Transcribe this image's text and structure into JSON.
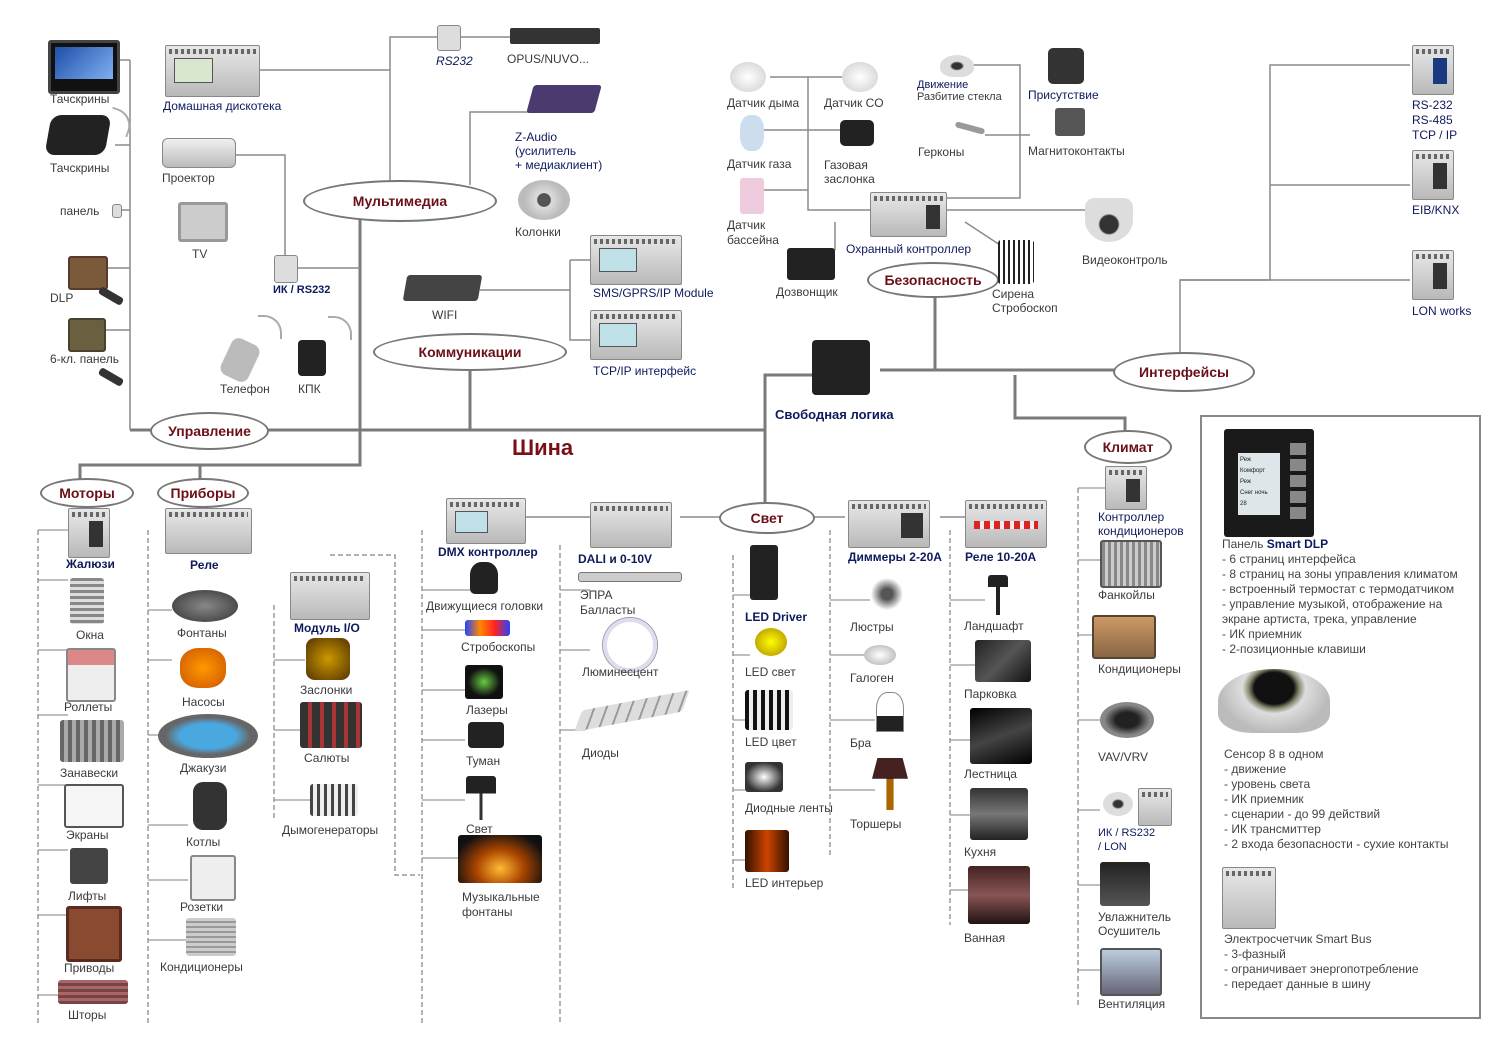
{
  "bus_label": "Шина",
  "hubs": {
    "multimedia": "Мультимедиа",
    "control": "Управление",
    "communications": "Коммуникации",
    "security": "Безопасность",
    "interfaces": "Интерфейсы",
    "climate": "Климат",
    "motors": "Моторы",
    "appliances": "Приборы",
    "light": "Свет"
  },
  "central_logic": "Свободная логика",
  "control": {
    "items": [
      "Тачскрины",
      "Тачскрины",
      "панель",
      "DLP",
      "6-кл. панель"
    ],
    "ir_rs232": "ИК / RS232",
    "phone": "Телефон",
    "pda": "КПК",
    "projector": "Проектор",
    "tv": "TV"
  },
  "multimedia": {
    "home_disco": "Домашная дискотека",
    "rs232": "RS232",
    "opus": "OPUS/NUVO...",
    "zaudio": [
      "Z-Audio",
      "(усилитель",
      "+ медиаклиент)"
    ],
    "speakers": "Колонки"
  },
  "communications": {
    "wifi": "WIFI",
    "sms_module": "SMS/GPRS/IP Module",
    "tcpip": "TCP/IP интерфейс"
  },
  "security": {
    "smoke": "Датчик дыма",
    "co": "Датчик CO",
    "motion": "Движение",
    "glass": "Разбитие стекла",
    "presence": "Присутствие",
    "gas": "Датчик газа",
    "gas_valve": [
      "Газовая",
      "заслонка"
    ],
    "reed": "Герконы",
    "magnetic": "Магнитоконтакты",
    "pool": [
      "Датчик",
      "бассейна"
    ],
    "controller": "Охранный контроллер",
    "dialer": "Дозвонщик",
    "siren": [
      "Сирена",
      "Стробоскоп"
    ],
    "video": "Видеоконтроль"
  },
  "interfaces": {
    "serial": [
      "RS-232",
      "RS-485",
      "TCP / IP"
    ],
    "eib": "EIB/KNX",
    "lon": "LON works"
  },
  "motors": {
    "head": "Жалюзи",
    "items": [
      "Окна",
      "Роллеты",
      "Занавески",
      "Экраны",
      "Лифты",
      "Приводы",
      "Шторы"
    ]
  },
  "appliances": {
    "head": "Реле",
    "items": [
      "Фонтаны",
      "Насосы",
      "Джакузи",
      "Котлы",
      "Розетки",
      "Кондиционеры"
    ]
  },
  "io": {
    "head": "Модуль I/O",
    "items": [
      "Заслонки",
      "Салюты",
      "Дымогенераторы"
    ]
  },
  "dmx": {
    "head": "DMX контроллер",
    "items": [
      "Движущиеся головки",
      "Стробоскопы",
      "Лазеры",
      "Туман",
      "Свет"
    ],
    "fountains": [
      "Музыкальные",
      "фонтаны"
    ]
  },
  "dali": {
    "head": "DALI и 0-10V",
    "items": [
      [
        "ЭПРА",
        "Балласты"
      ],
      [
        "Люминесцент"
      ],
      [
        "Диоды"
      ]
    ]
  },
  "led": {
    "head": "LED Driver",
    "items": [
      "LED свет",
      "LED цвет",
      "Диодные ленты",
      "LED интерьер"
    ]
  },
  "dimmers": {
    "head": "Диммеры 2-20А",
    "items": [
      "Люстры",
      "Галоген",
      "Бра",
      "Торшеры"
    ]
  },
  "relay": {
    "head": "Реле 10-20А",
    "items": [
      "Ландшафт",
      "Парковка",
      "Лестница",
      "Кухня",
      "Ванная"
    ]
  },
  "climate": {
    "head": [
      "Контроллер",
      "кондиционеров"
    ],
    "items": [
      "Фанкойлы",
      "Кондиционеры",
      "VAV/VRV"
    ],
    "ir": [
      "ИК / RS232",
      "/ LON"
    ],
    "humid": [
      "Увлажнитель",
      "Осушитель"
    ],
    "vent": "Вентиляция"
  },
  "info_panel": {
    "dlp_title_prefix": "Панель ",
    "dlp_title_bold": "Smart DLP",
    "dlp_screen": [
      "Реж",
      "Комфорт",
      "Реж",
      "Снег ночь",
      "28"
    ],
    "dlp_features": [
      "- 6 страниц интерфейса",
      "- 8 страниц на зоны управления климатом",
      "- встроенный термостат с термодатчиком",
      "- управление музыкой, отображение на",
      "экране артиста, трека, управление",
      "- ИК приемник",
      "- 2-позиционные клавиши"
    ],
    "sensor_title": "Сенсор 8 в одном",
    "sensor_features": [
      "- движение",
      "- уровень света",
      "- ИК приемник",
      "- сценарии - до 99 действий",
      "- ИК трансмиттер",
      "- 2 входа безопасности - сухие контакты"
    ],
    "meter_title": "Электросчетчик Smart Bus",
    "meter_features": [
      "- 3-фазный",
      "- ограничивает энергопотребление",
      "- передает данные в шину"
    ]
  },
  "colors": {
    "hub_text": "#6b0f18",
    "device_blue": "#0d1a5c",
    "wire": "#7a7a7a",
    "bus": "#707070"
  }
}
